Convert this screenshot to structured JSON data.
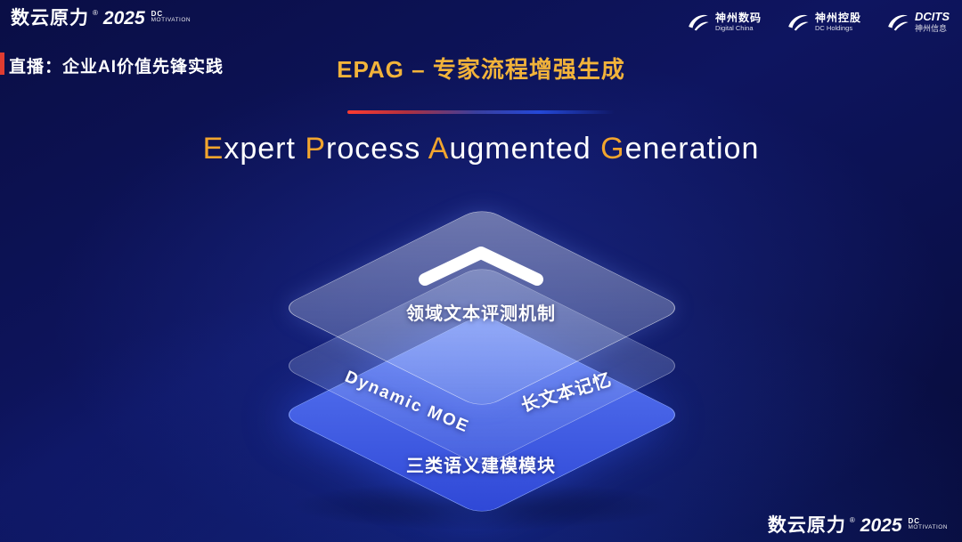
{
  "brand": {
    "name": "数云原力",
    "reg": "®",
    "year": "2025",
    "dc": "DC",
    "motivation": "MOTIVATION"
  },
  "header": {
    "live_label": "直播：企业AI价值先锋实践",
    "slide_title": "EPAG – 专家流程增强生成"
  },
  "partners": [
    {
      "cn": "神州数码",
      "en": "Digital China"
    },
    {
      "cn": "神州控股",
      "en": "DC Holdings"
    },
    {
      "cn": "DCITS",
      "en": "神州信息"
    }
  ],
  "main": {
    "title_parts": [
      "E",
      "xpert ",
      "P",
      "rocess ",
      "A",
      "ugmented ",
      "G",
      "eneration"
    ]
  },
  "diagram": {
    "top_label": "领域文本评测机制",
    "mid_left_label": "Dynamic  MOE",
    "mid_right_label": "长文本记忆",
    "bottom_label": "三类语义建模模块"
  },
  "colors": {
    "gold": "#f2b33a",
    "accent_red": "#e03c31",
    "layer_blue": "#4a6cf0"
  }
}
